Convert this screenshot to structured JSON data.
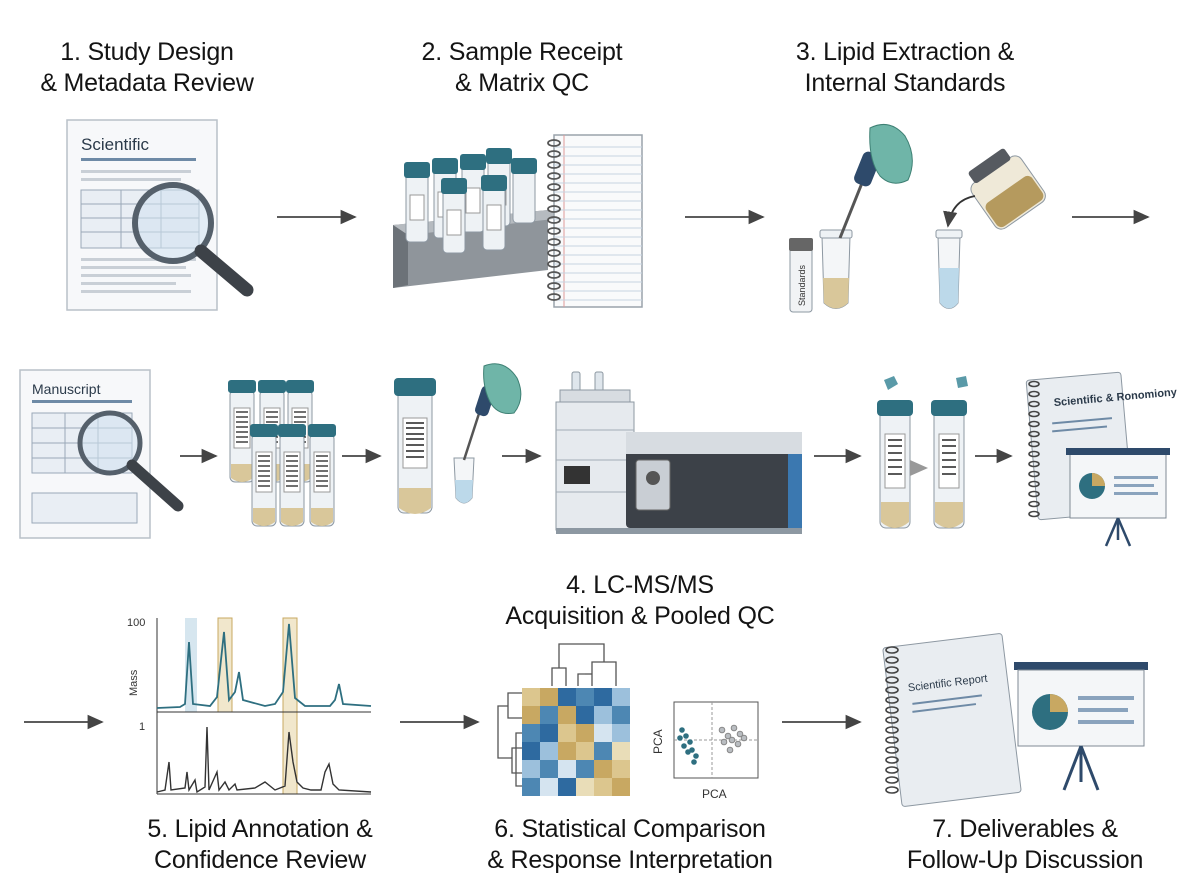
{
  "steps": [
    {
      "number": "1.",
      "line1": "Study Design",
      "line2": "& Metadata Review"
    },
    {
      "number": "2.",
      "line1": "Sample Receipt",
      "line2": "& Matrix QC"
    },
    {
      "number": "3.",
      "line1": "Lipid Extraction &",
      "line2": "Internal Standards"
    },
    {
      "number": "4.",
      "line1": "LC-MS/MS",
      "line2": "Acquisition & Pooled QC"
    },
    {
      "number": "5.",
      "line1": "Lipid Annotation &",
      "line2": "Confidence Review"
    },
    {
      "number": "6.",
      "line1": "Statistical Comparison",
      "line2": "& Response Interpretation"
    },
    {
      "number": "7.",
      "line1": "Deliverables &",
      "line2": "Follow-Up Discussion"
    }
  ],
  "labels": {
    "doc1": "Scientific",
    "doc2": "Manuscript",
    "standards_vial": "Standards",
    "report_row2": "Scientific & Ronomiony",
    "report_row3": "Scientific Report",
    "spectrum_y_top": "100",
    "spectrum_y_mid": "1",
    "spectrum_axis": "Mass",
    "pca_x": "PCA",
    "pca_y": "PCA"
  },
  "colors": {
    "teal": "#2e6f80",
    "teal_light": "#5a9aa8",
    "gold": "#c8a862",
    "blue": "#4d87b3",
    "sample": "#d9c79a",
    "gray": "#8a8f94"
  }
}
